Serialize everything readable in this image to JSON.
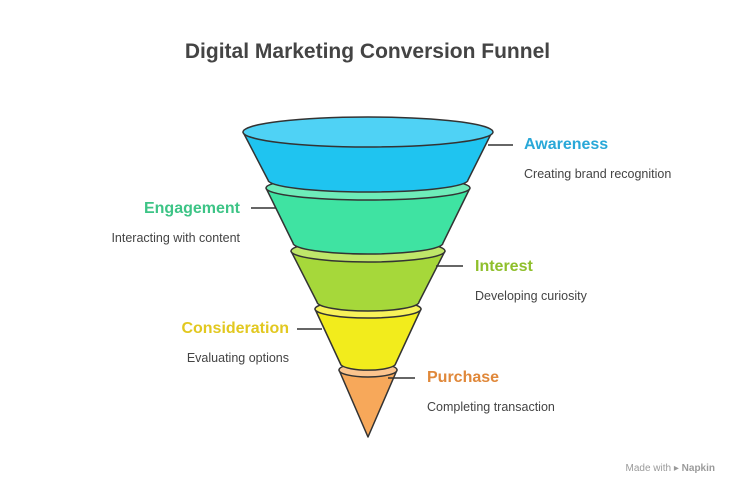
{
  "title": "Digital Marketing Conversion Funnel",
  "stages": [
    {
      "name": "Awareness",
      "description": "Creating brand recognition",
      "color": "#1fc4f0",
      "label_color": "#29a8d8",
      "side": "right"
    },
    {
      "name": "Engagement",
      "description": "Interacting with content",
      "color": "#3fe3a2",
      "label_color": "#3dc486",
      "side": "left"
    },
    {
      "name": "Interest",
      "description": "Developing curiosity",
      "color": "#a6d83a",
      "label_color": "#8fbf2b",
      "side": "right"
    },
    {
      "name": "Consideration",
      "description": "Evaluating options",
      "color": "#f2ec1c",
      "label_color": "#e2c820",
      "side": "left"
    },
    {
      "name": "Purchase",
      "description": "Completing transaction",
      "color": "#f7a85a",
      "label_color": "#e0883a",
      "side": "right"
    }
  ],
  "watermark": {
    "prefix": "Made with",
    "brand": "Napkin"
  }
}
